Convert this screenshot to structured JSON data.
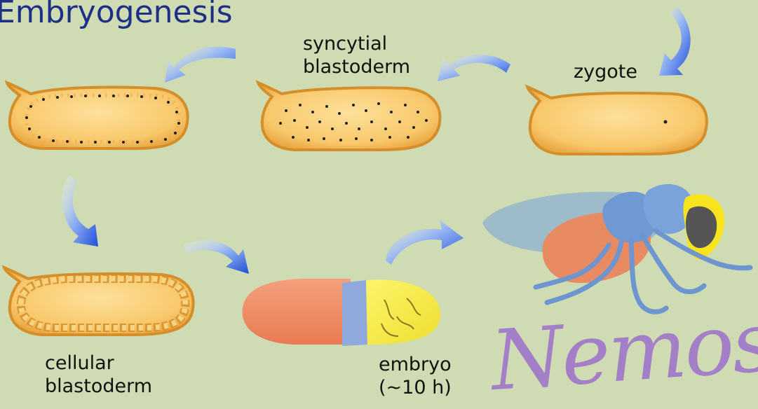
{
  "title": "Embryogenesis",
  "stages": {
    "syncytial": "syncytial\nblastoderm",
    "zygote": "zygote",
    "cellular": "cellular\nblastoderm",
    "embryo": "embryo\n(~10 h)"
  },
  "brand": "Nemose",
  "colors": {
    "background": "#cfdbb2",
    "egg_fill": "#f8c86b",
    "egg_outline": "#d58f2a",
    "arrow": "#2b58d8",
    "title": "#1e2f86",
    "brand": "#a27fc6"
  }
}
